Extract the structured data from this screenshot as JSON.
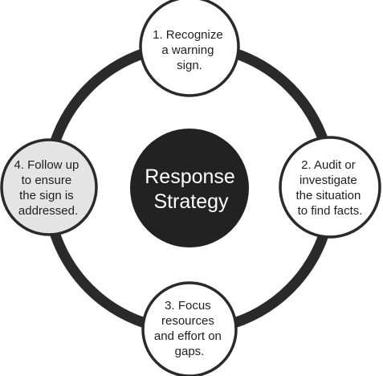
{
  "center": {
    "lines": [
      "Response",
      "Strategy"
    ]
  },
  "steps": [
    {
      "lines": [
        "1. Recognize",
        "a warning",
        "sign."
      ]
    },
    {
      "lines": [
        "2. Audit or",
        "investigate",
        "the situation",
        "to find facts."
      ]
    },
    {
      "lines": [
        "3. Focus",
        "resources",
        "and effort on",
        "gaps."
      ]
    },
    {
      "lines": [
        "4. Follow up",
        "to ensure",
        "the sign is",
        "addressed."
      ]
    }
  ],
  "colors": {
    "ring": "#2a2a2a",
    "center_fill": "#222222",
    "step_fill": "#ffffff",
    "highlight_fill": "#e4e4e4"
  }
}
